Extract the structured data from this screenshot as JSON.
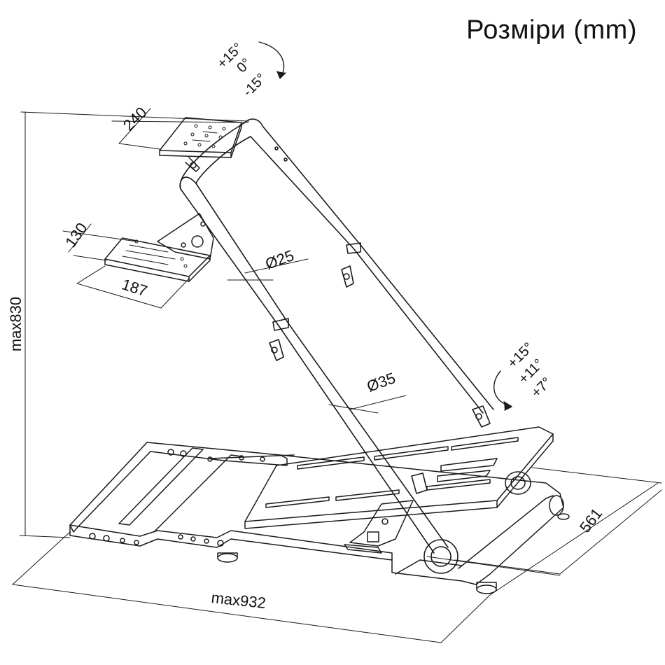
{
  "title": "Розміри (mm)",
  "dimensions": {
    "wheel_plate_width": "240",
    "shifter_plate_width": "130",
    "shifter_plate_depth": "187",
    "upper_tube_diameter": "Ø25",
    "lower_tube_diameter": "Ø35",
    "max_height": "max830",
    "max_length": "max932",
    "width": "561"
  },
  "wheel_tilt": {
    "plus": "+15°",
    "zero": "0°",
    "minus": "-15°"
  },
  "pedal_tilt": {
    "a": "+15°",
    "b": "+11°",
    "c": "+7°"
  },
  "colors": {
    "line": "#1a1a1a",
    "background": "#ffffff"
  }
}
